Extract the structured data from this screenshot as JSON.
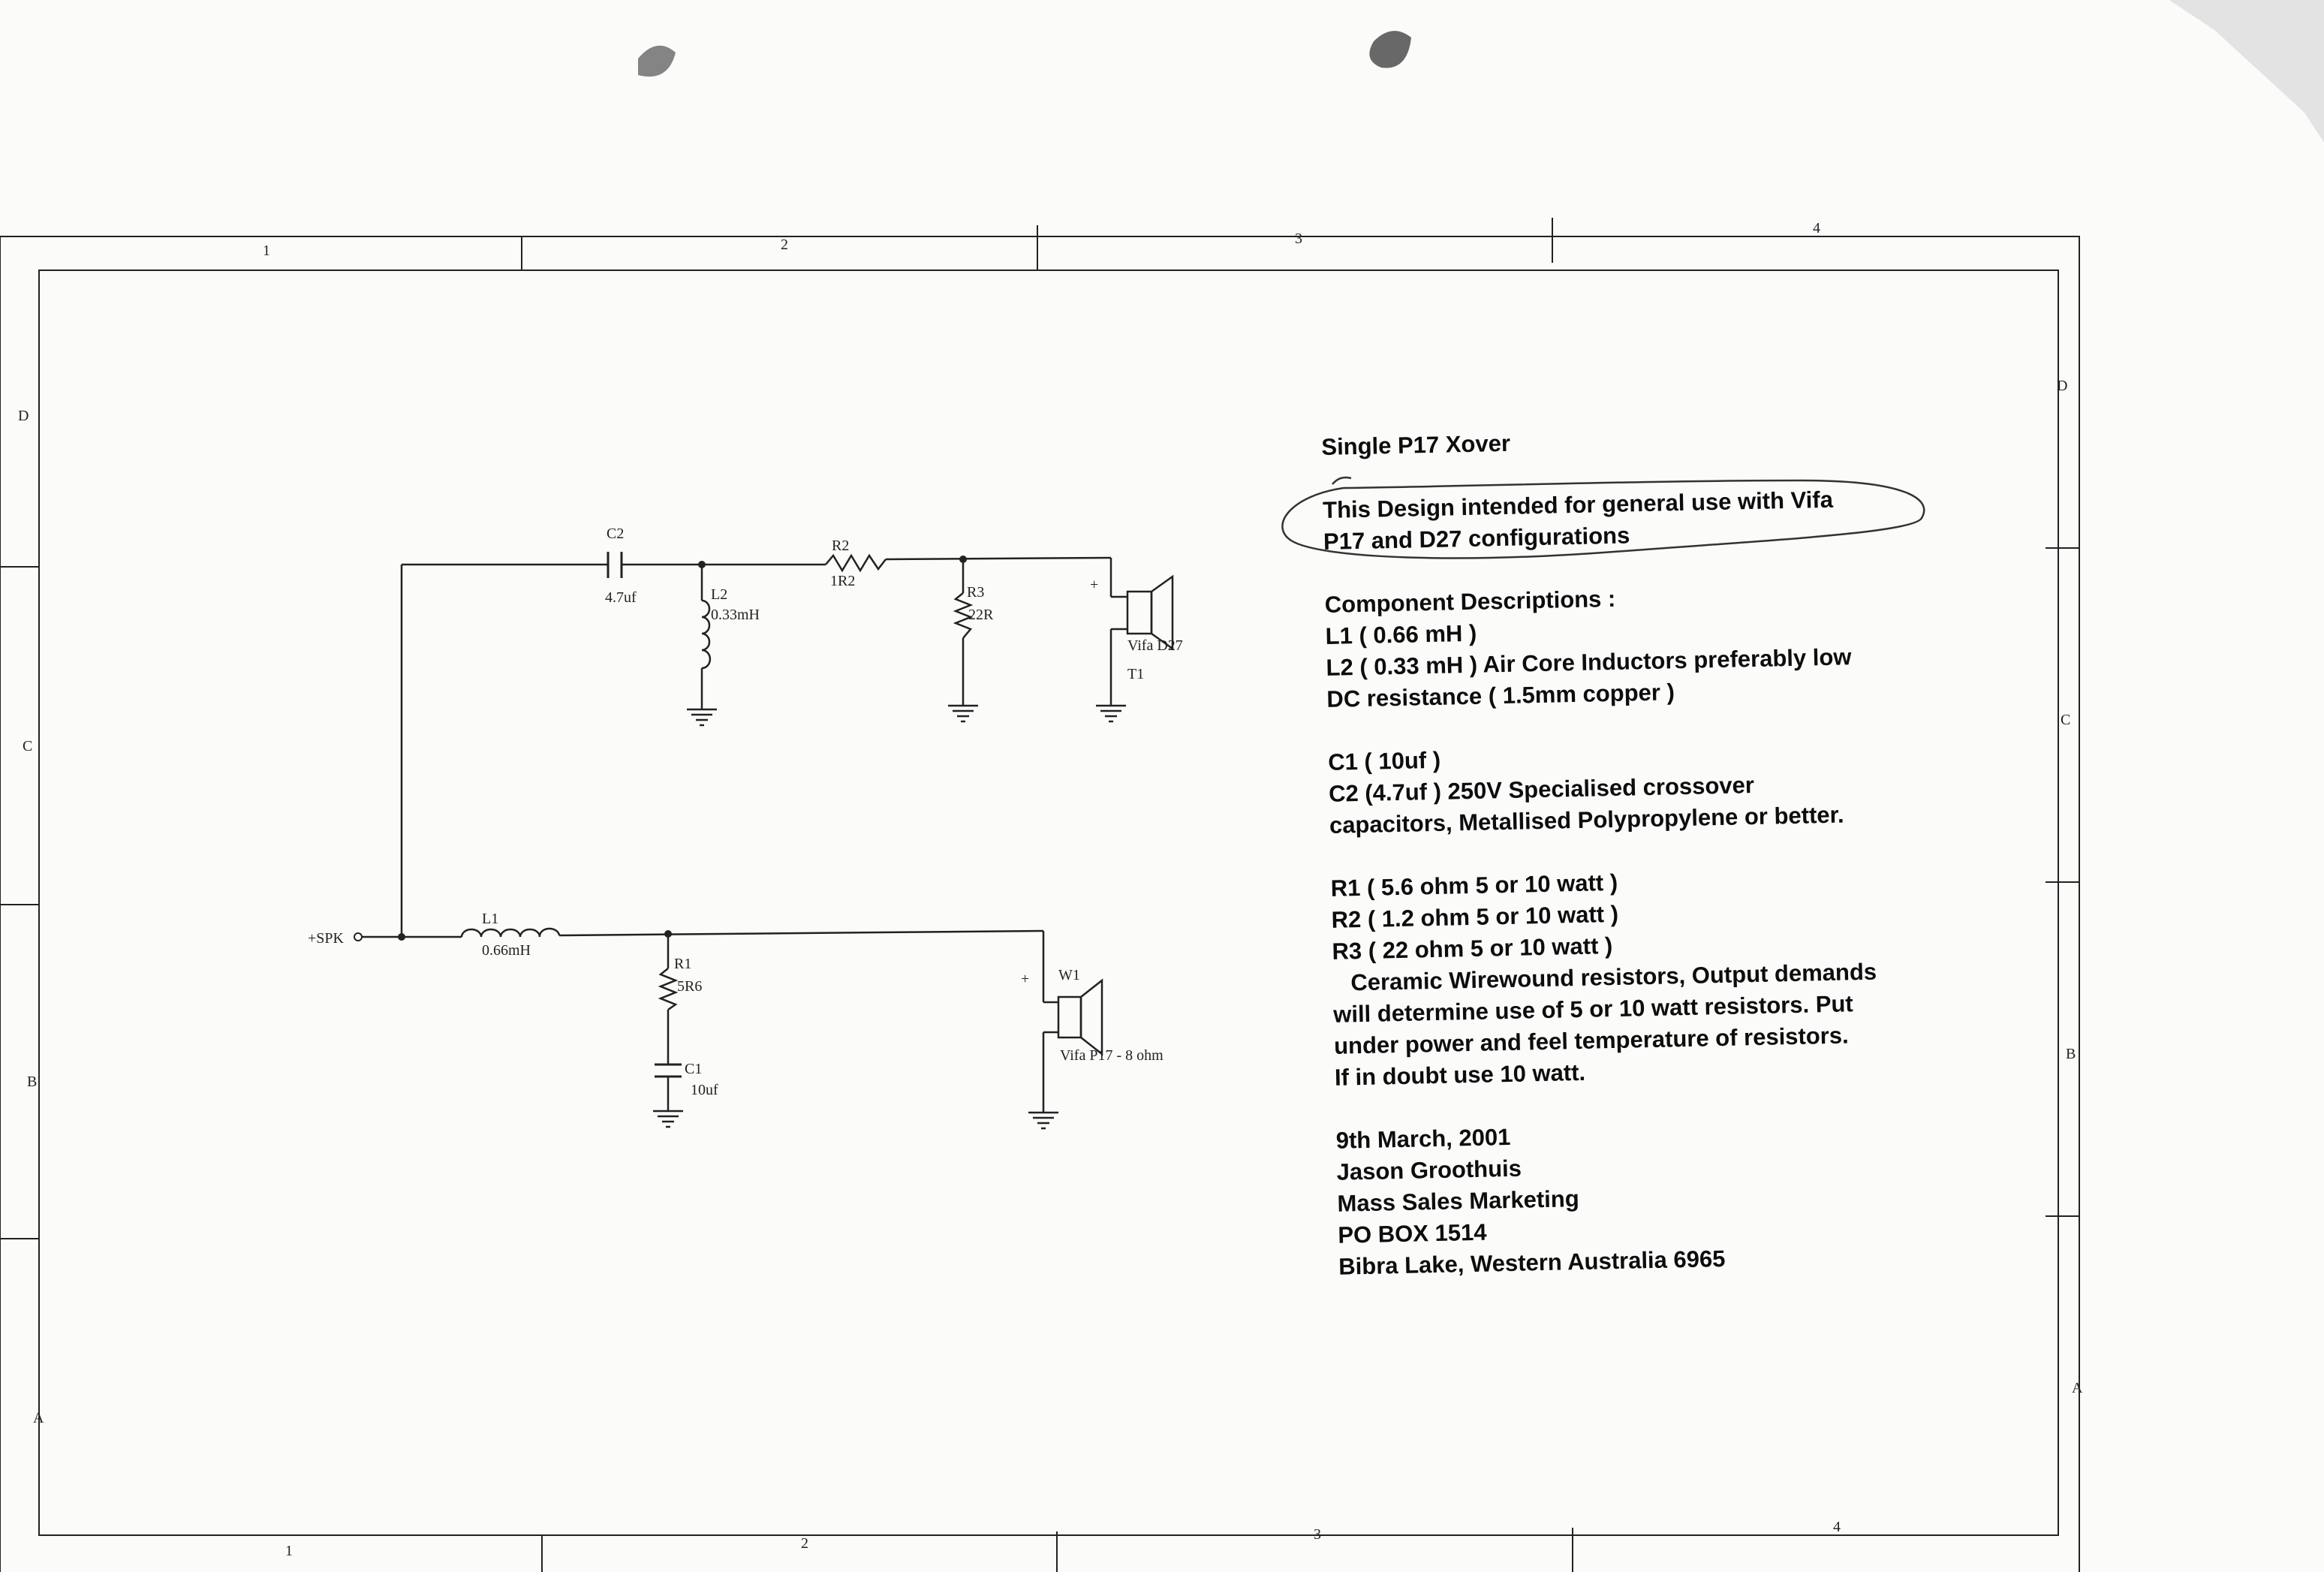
{
  "frame": {
    "col_labels": [
      "1",
      "2",
      "3",
      "4"
    ],
    "row_labels": [
      "D",
      "C",
      "B",
      "A"
    ]
  },
  "schematic": {
    "input": "+SPK",
    "parts": {
      "C2": {
        "ref": "C2",
        "value": "4.7uf"
      },
      "L2": {
        "ref": "L2",
        "value": "0.33mH"
      },
      "R2": {
        "ref": "R2",
        "value": "1R2"
      },
      "R3": {
        "ref": "R3",
        "value": "22R"
      },
      "T1": {
        "ref": "T1",
        "value": "Vifa D27"
      },
      "L1": {
        "ref": "L1",
        "value": "0.66mH"
      },
      "R1": {
        "ref": "R1",
        "value": "5R6"
      },
      "C1": {
        "ref": "C1",
        "value": "10uf"
      },
      "W1": {
        "ref": "W1",
        "value": "Vifa P17 - 8 ohm"
      }
    },
    "plus_mark": "+"
  },
  "notes": {
    "title": "Single P17 Xover",
    "intro": [
      "This Design intended for general use with Vifa",
      "P17 and D27 configurations"
    ],
    "components_heading": "Component Descriptions :",
    "inductors": [
      "L1 ( 0.66 mH )",
      "L2 ( 0.33 mH ) Air Core Inductors preferably low",
      "DC resistance ( 1.5mm copper )"
    ],
    "capacitors": [
      "C1 ( 10uf )",
      "C2 (4.7uf ) 250V Specialised crossover",
      "capacitors, Metallised Polypropylene or better."
    ],
    "resistors": [
      "R1 ( 5.6 ohm 5 or 10 watt )",
      "R2 ( 1.2 ohm 5 or 10 watt )",
      "R3 ( 22 ohm 5 or 10 watt )",
      "Ceramic Wirewound resistors, Output demands",
      "will determine use of 5 or 10 watt resistors.  Put",
      "under power and feel temperature of resistors.",
      "If in doubt use 10 watt."
    ],
    "signature": [
      "9th March, 2001",
      "Jason Groothuis",
      "Mass Sales  Marketing",
      "PO BOX 1514",
      "Bibra Lake, Western Australia 6965"
    ]
  }
}
